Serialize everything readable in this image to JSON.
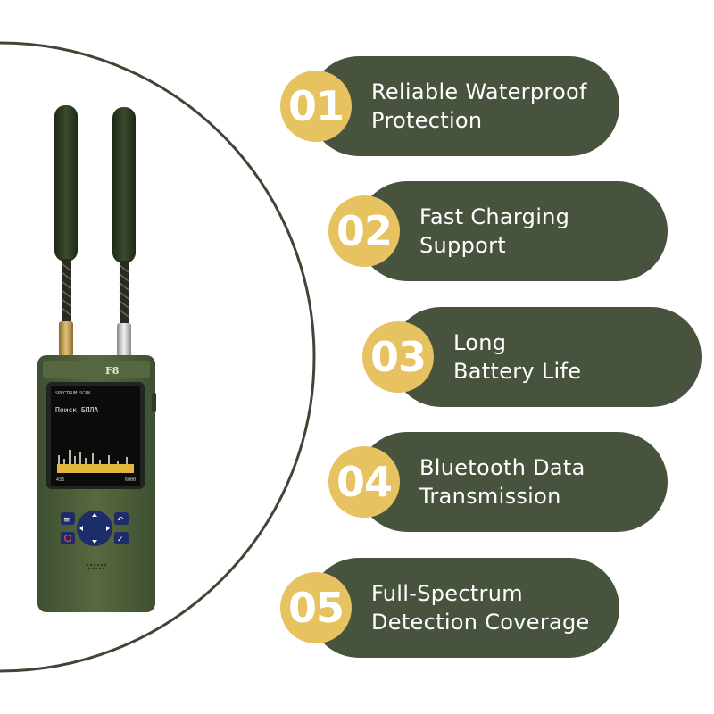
{
  "device": {
    "model_label": "F8",
    "screen_title": "Поиск БПЛА",
    "screen_header": "SPECTRUM  SCAN",
    "axis_start": "433",
    "axis_end": "6000"
  },
  "features": [
    {
      "number": "01",
      "line1": "Reliable Waterproof",
      "line2": "Protection"
    },
    {
      "number": "02",
      "line1": "Fast Charging",
      "line2": "Support"
    },
    {
      "number": "03",
      "line1": "Long",
      "line2": "Battery Life"
    },
    {
      "number": "04",
      "line1": "Bluetooth Data",
      "line2": "Transmission"
    },
    {
      "number": "05",
      "line1": "Full-Spectrum",
      "line2": "Detection Coverage"
    }
  ],
  "colors": {
    "pill": "#48533d",
    "circle": "#e7c260",
    "arc": "#3e4736",
    "device_body": "#4f6140"
  }
}
